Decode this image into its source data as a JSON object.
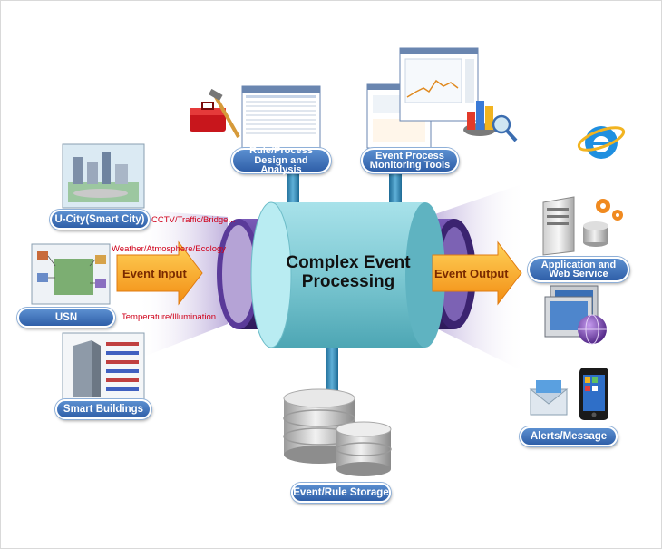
{
  "core": {
    "title": "Complex Event\nProcessing"
  },
  "inputs": {
    "arrow_label": "Event Input",
    "sources": [
      {
        "label": "U-City(Smart City)"
      },
      {
        "label": "USN"
      },
      {
        "label": "Smart Buildings"
      }
    ],
    "streams": [
      {
        "label": "CCTV/Traffic/Bridge..."
      },
      {
        "label": "Weather/Atmosphere/Ecology"
      },
      {
        "label": "Temperature/Illumination..."
      }
    ]
  },
  "tools": [
    {
      "label": "Rule/Process\nDesign and Analysis"
    },
    {
      "label": "Event Process\nMonitoring Tools"
    }
  ],
  "storage": {
    "label": "Event/Rule Storage"
  },
  "outputs": {
    "arrow_label": "Event Output",
    "targets": [
      {
        "label": "Application and\nWeb Service"
      },
      {
        "label": "Alerts/Message"
      }
    ]
  },
  "colors": {
    "pill_blue": "#3a6db5",
    "cylinder_cyan": "#7ec9d3",
    "ring_purple": "#4b2e83",
    "arrow_orange": "#f6a21c",
    "stream_text_red": "#d0021b"
  },
  "icons": [
    "toolbox-icon",
    "chart-magnifier-icon",
    "internet-explorer-icon",
    "server-gears-icon",
    "computer-globe-icon",
    "envelope-icon",
    "smartphone-icon",
    "database-icon"
  ]
}
